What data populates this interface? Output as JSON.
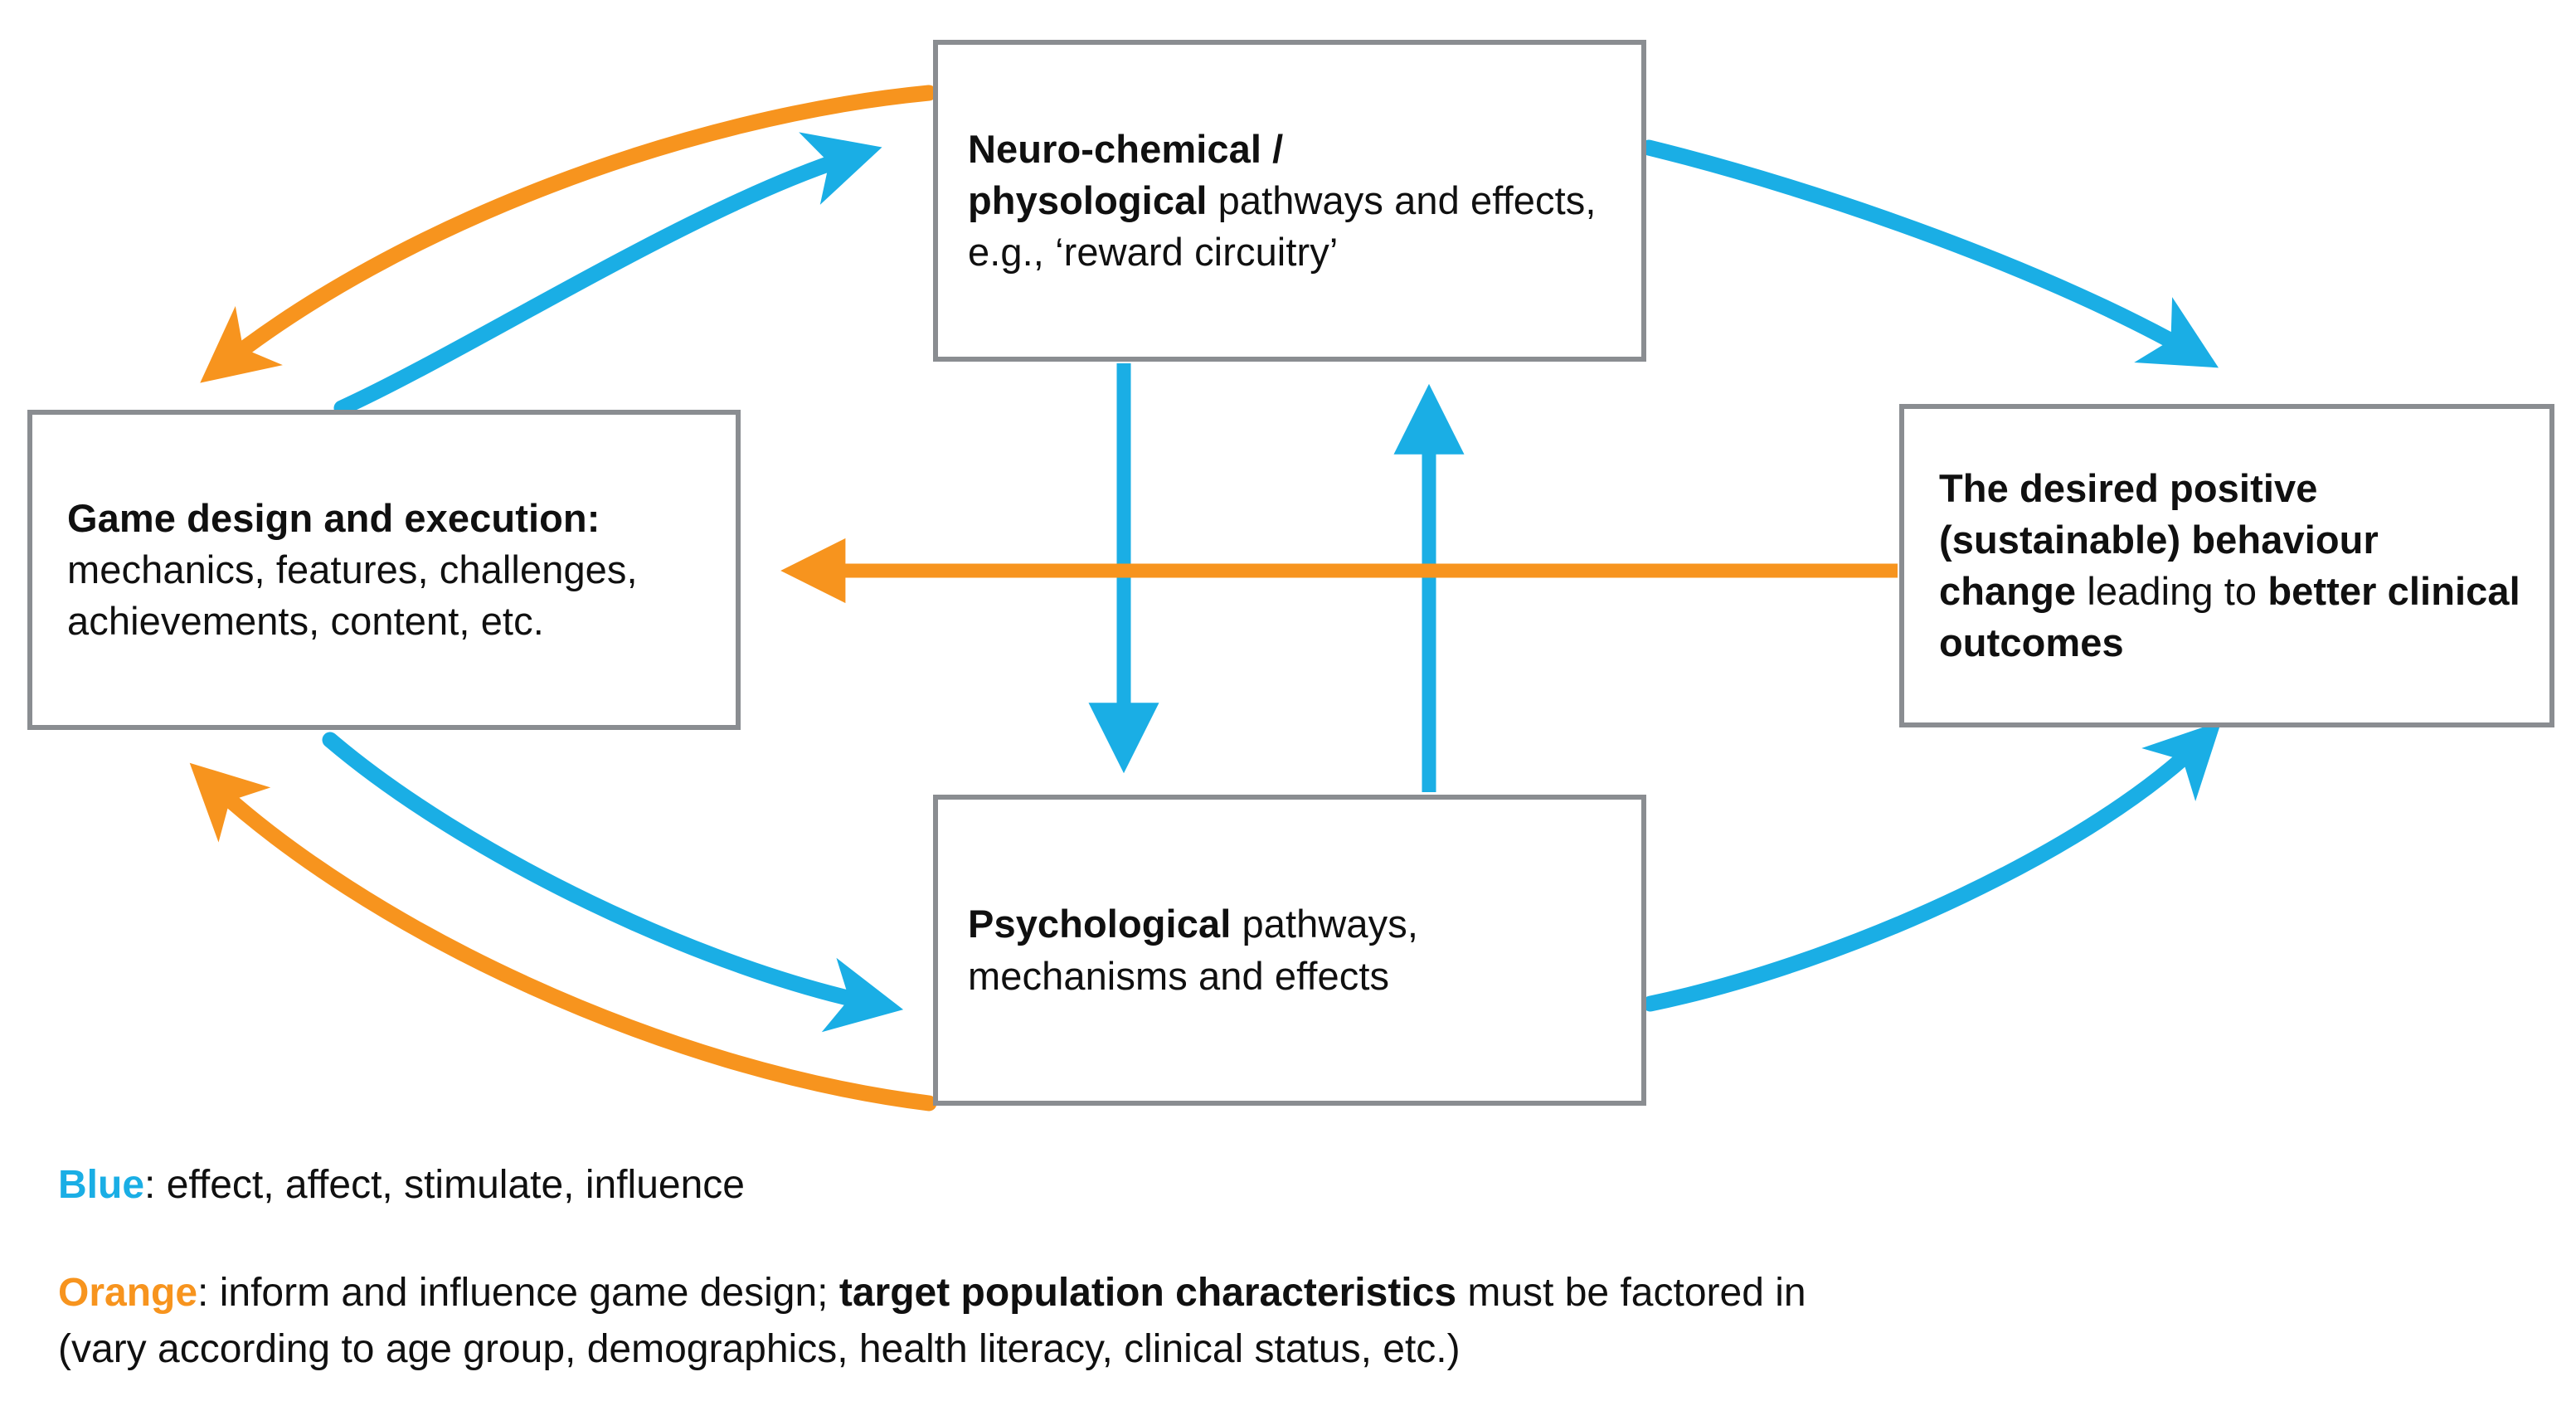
{
  "diagram": {
    "title": "Game design, neuro-chemical and psychological pathways influence diagram",
    "colors": {
      "blue": "#1aaee5",
      "orange": "#f7941e",
      "box_border": "#8a8d91",
      "text": "#101010",
      "background": "#ffffff"
    },
    "nodes": [
      {
        "id": "neuro-chemical",
        "bold_lead": "Neuro-chemical /",
        "bold_second": "physological",
        "rest": " pathways and effects, e.g., ‘reward circuitry’",
        "full_text": "Neuro-chemical / physological pathways and effects, e.g., ‘reward circuitry’"
      },
      {
        "id": "game-design",
        "bold_lead": "Game design and execution:",
        "rest": "mechanics, features, challenges, achievements, content, etc.",
        "full_text": "Game design and execution: mechanics, features, challenges, achievements, content, etc."
      },
      {
        "id": "desired-outcome",
        "bold_lead": "The desired positive (sustainable) behaviour change",
        "mid": " leading to ",
        "bold_tail": "better clinical outcomes",
        "full_text": "The desired positive (sustainable) behaviour change leading to better clinical outcomes"
      },
      {
        "id": "psychological",
        "bold_lead": "Psychological",
        "rest": " pathways, mechanisms and effects",
        "full_text": "Psychological pathways, mechanisms and effects"
      }
    ],
    "edges": [
      {
        "id": "neuro-to-game",
        "color": "blue",
        "from": "neuro-chemical",
        "to": "game-design",
        "style": "curve"
      },
      {
        "id": "game-to-neuro",
        "color": "blue",
        "from": "game-design",
        "to": "neuro-chemical",
        "style": "curve"
      },
      {
        "id": "neuro-to-game-orange",
        "color": "orange",
        "from": "neuro-chemical",
        "to": "game-design",
        "style": "curve"
      },
      {
        "id": "neuro-to-psych",
        "color": "blue",
        "from": "neuro-chemical",
        "to": "psychological",
        "style": "straight-vertical"
      },
      {
        "id": "psych-to-neuro",
        "color": "blue",
        "from": "psychological",
        "to": "neuro-chemical",
        "style": "straight-vertical"
      },
      {
        "id": "neuro-to-desired",
        "color": "blue",
        "from": "neuro-chemical",
        "to": "desired-outcome",
        "style": "curve"
      },
      {
        "id": "psych-to-desired",
        "color": "blue",
        "from": "psychological",
        "to": "desired-outcome",
        "style": "curve"
      },
      {
        "id": "desired-to-game",
        "color": "orange",
        "from": "desired-outcome",
        "to": "game-design",
        "style": "straight-horizontal"
      },
      {
        "id": "game-to-psych",
        "color": "blue",
        "from": "game-design",
        "to": "psychological",
        "style": "curve"
      },
      {
        "id": "psych-to-game",
        "color": "orange",
        "from": "psychological",
        "to": "game-design",
        "style": "curve"
      }
    ]
  },
  "legend": {
    "blue": {
      "key": "Blue",
      "separator": ": ",
      "text": "effect, affect, stimulate, influence"
    },
    "orange": {
      "key": "Orange",
      "separator": ": ",
      "line1_a": "inform and influence game design; ",
      "line1_bold": "target population characteristics",
      "line1_b": " must be factored in",
      "line2": "(vary according to age group, demographics, health literacy, clinical status, etc.)"
    }
  }
}
